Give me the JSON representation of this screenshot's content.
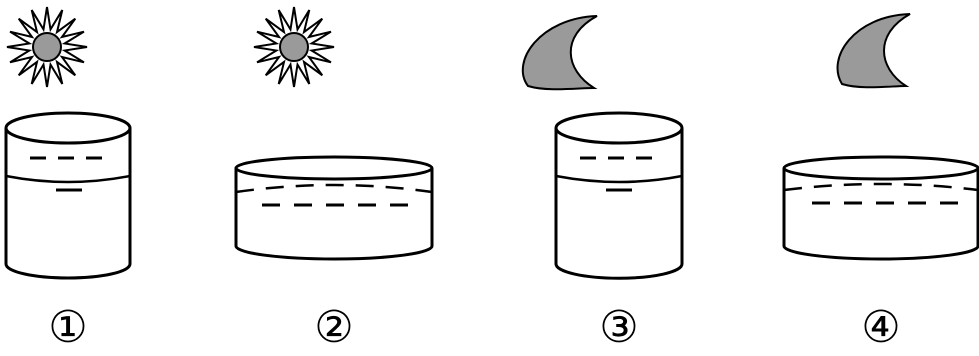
{
  "colors": {
    "stroke": "#000000",
    "fill_gray": "#9a9a9a",
    "background": "#ffffff"
  },
  "panels": [
    {
      "label": "①",
      "celestial": "sun-icon",
      "container": "tall-cylinder"
    },
    {
      "label": "②",
      "celestial": "sun-icon",
      "container": "wide-dish"
    },
    {
      "label": "③",
      "celestial": "moon-icon",
      "container": "tall-cylinder"
    },
    {
      "label": "④",
      "celestial": "moon-icon",
      "container": "wide-dish"
    }
  ]
}
